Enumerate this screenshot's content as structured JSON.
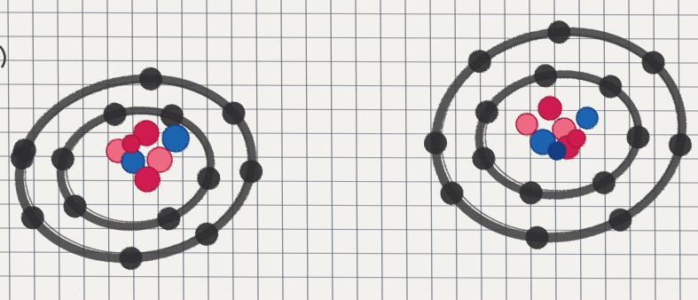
{
  "scene": {
    "subject": "hand-drawn-atom-models",
    "background": "graph-paper",
    "colors": {
      "paper": "#f2f1ed",
      "grid": "#5c6470",
      "orbit": "#3a3b3e",
      "electron": "#2e2f31",
      "proton_dark": "#cf1f4f",
      "proton_light": "#ee6a83",
      "neutron": "#1c64b0",
      "neutron_dark": "#123e82"
    },
    "atoms": [
      {
        "name": "left-atom",
        "shells": [
          {
            "shell": "inner",
            "electrons": 6
          },
          {
            "shell": "outer",
            "electrons": 8
          }
        ],
        "nucleus": {
          "protons": 5,
          "neutrons": 2
        }
      },
      {
        "name": "right-atom",
        "shells": [
          {
            "shell": "inner",
            "electrons": 7
          },
          {
            "shell": "outer",
            "electrons": 8
          }
        ],
        "nucleus": {
          "protons": 5,
          "neutrons": 3
        }
      }
    ]
  }
}
